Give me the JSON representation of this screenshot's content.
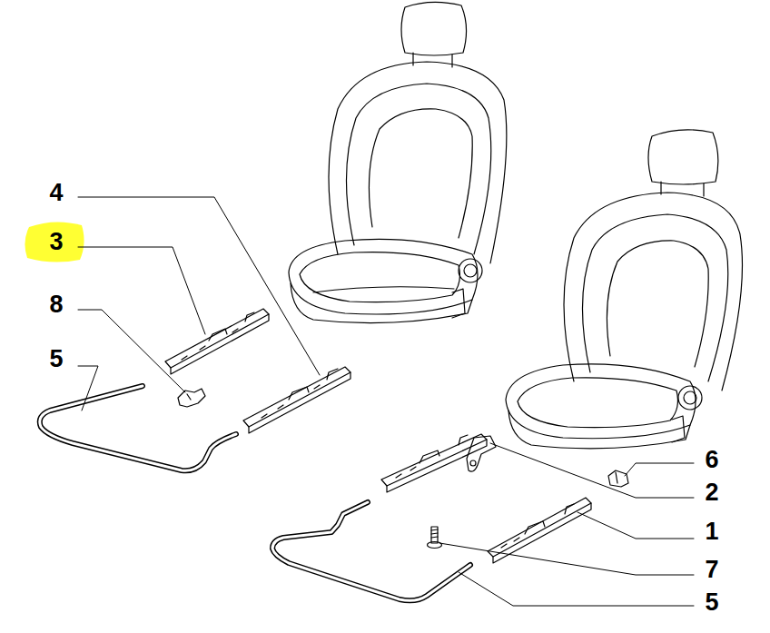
{
  "diagram": {
    "labels": [
      "4",
      "3",
      "8",
      "5",
      "6",
      "2",
      "1",
      "7",
      "5"
    ]
  }
}
